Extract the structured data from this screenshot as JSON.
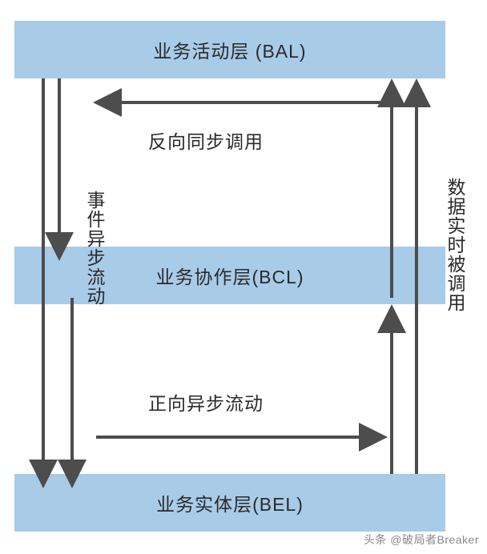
{
  "diagram": {
    "title_watermark": "头条 @破局者Breaker",
    "layers": [
      {
        "id": "bal",
        "label": "业务活动层 (BAL)"
      },
      {
        "id": "bcl",
        "label": "业务协作层(BCL)"
      },
      {
        "id": "bel",
        "label": "业务实体层(BEL)"
      }
    ],
    "edge_labels": [
      {
        "id": "reverse-sync",
        "text": "反向同步调用",
        "orientation": "horizontal"
      },
      {
        "id": "forward-async",
        "text": "正向异步流动",
        "orientation": "horizontal"
      },
      {
        "id": "event-async",
        "text": "事件异步流动",
        "orientation": "vertical"
      },
      {
        "id": "data-realtime",
        "text": "数据实时被调用",
        "orientation": "vertical"
      }
    ],
    "colors": {
      "band_fill": "#a8cbe8",
      "arrow": "#4d4d4d",
      "text": "#2a2a2a",
      "background": "#ffffff",
      "watermark_text": "#8a8a8a"
    }
  }
}
